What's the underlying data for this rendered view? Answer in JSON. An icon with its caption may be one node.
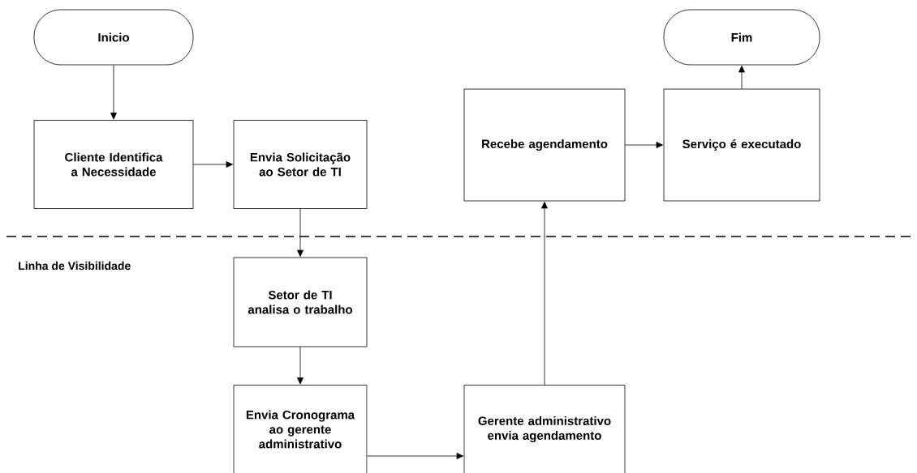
{
  "diagram": {
    "nodes": [
      {
        "text": [
          "Inicio"
        ]
      },
      {
        "text": [
          "Fim"
        ]
      },
      {
        "text": [
          "Cliente Identifica a Necessidade"
        ]
      },
      {
        "text": [
          "Envia Solicitação ao Setor de TI"
        ]
      },
      {
        "text": [
          "Recebe agendamento"
        ]
      },
      {
        "text": [
          "Serviço é executado"
        ]
      },
      {
        "text": [
          "Setor de TI analisa o trabalho"
        ]
      },
      {
        "text": [
          "Envia Cronograma ao gerente administrativo"
        ]
      },
      {
        "text": [
          "Gerente administrativo envia agendamento"
        ]
      }
    ],
    "edges": [
      {
        "from": 0,
        "to": 2,
        "arrow": "to"
      },
      {
        "from": 2,
        "to": 3,
        "arrow": "to"
      },
      {
        "from": 3,
        "to": 6,
        "arrow": "to"
      },
      {
        "from": 6,
        "to": 7,
        "arrow": "to"
      },
      {
        "from": 7,
        "to": 8,
        "arrow": "to"
      },
      {
        "from": 8,
        "to": 4,
        "arrow": "to"
      },
      {
        "from": 4,
        "to": 5,
        "arrow": "to"
      },
      {
        "from": 5,
        "to": 1,
        "arrow": "to"
      }
    ],
    "labels": [
      "Linha de Visibilidade"
    ]
  }
}
